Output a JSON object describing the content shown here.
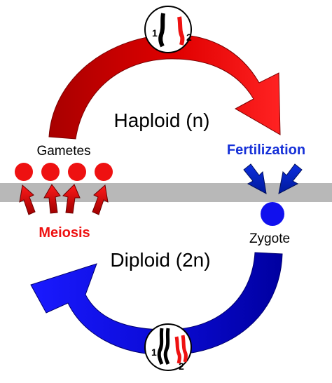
{
  "labels": {
    "haploid": "Haploid (n)",
    "diploid": "Diploid (2n)",
    "gametes": "Gametes",
    "fertilization": "Fertilization",
    "zygote": "Zygote",
    "meiosis": "Meiosis"
  },
  "chromosome_numbers": {
    "top_one": "1",
    "top_two": "2",
    "bottom_one": "1",
    "bottom_two": "2"
  },
  "colors": {
    "haploid_red": "#ee1111",
    "haploid_dark_red": "#b40000",
    "diploid_blue": "#1010ee",
    "diploid_dark_blue": "#000090",
    "fertilization_text": "#1530d8",
    "meiosis_text": "#ee1111",
    "band_gray": "#b8b8b8",
    "chromosome_black": "#000000",
    "chromosome_red": "#ee1111"
  },
  "icons": {
    "gamete": "red-dot",
    "zygote": "blue-dot",
    "meiosis_arrow": "red-up-arrow",
    "fertilization_arrow": "blue-down-arrow"
  }
}
